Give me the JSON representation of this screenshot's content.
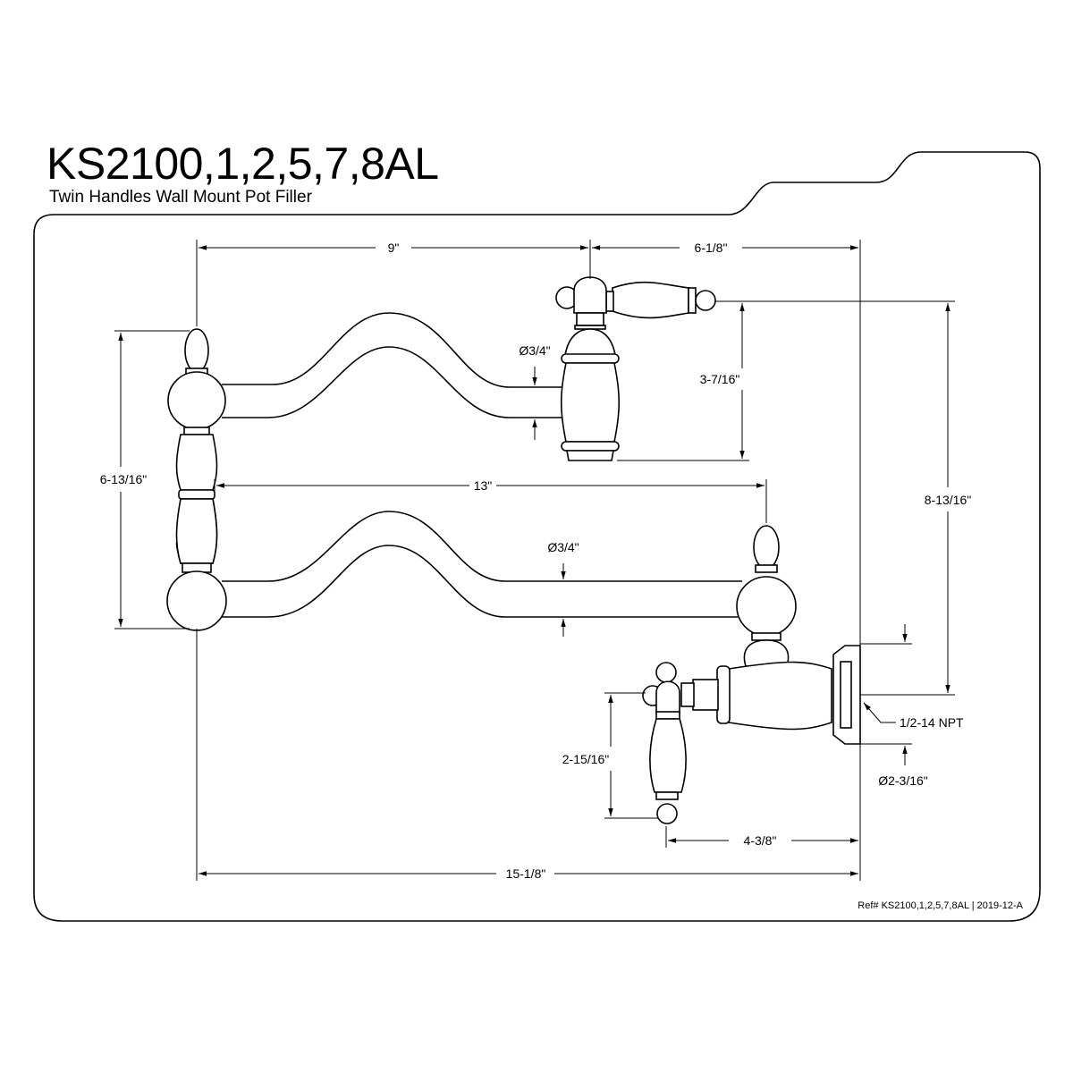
{
  "header": {
    "model": "KS2100,1,2,5,7,8AL",
    "description": "Twin Handles Wall Mount Pot Filler"
  },
  "dimensions": {
    "spout_to_upper_valve": "9\"",
    "upper_valve_to_wall": "6-1/8\"",
    "upper_pipe_diameter": "Ø3/4\"",
    "upper_valve_height": "3-7/16\"",
    "column_height": "6-13/16\"",
    "lower_arm_length": "13\"",
    "lower_pipe_diameter": "Ø3/4\"",
    "handle_top_to_inlet": "8-13/16\"",
    "inlet_thread": "1/2-14 NPT",
    "flange_diameter": "Ø2-3/16\"",
    "lower_handle_height": "2-15/16\"",
    "lower_handle_to_wall": "4-3/8\"",
    "total_reach": "15-1/8\""
  },
  "footer": {
    "ref": "Ref# KS2100,1,2,5,7,8AL | 2019-12-A"
  }
}
